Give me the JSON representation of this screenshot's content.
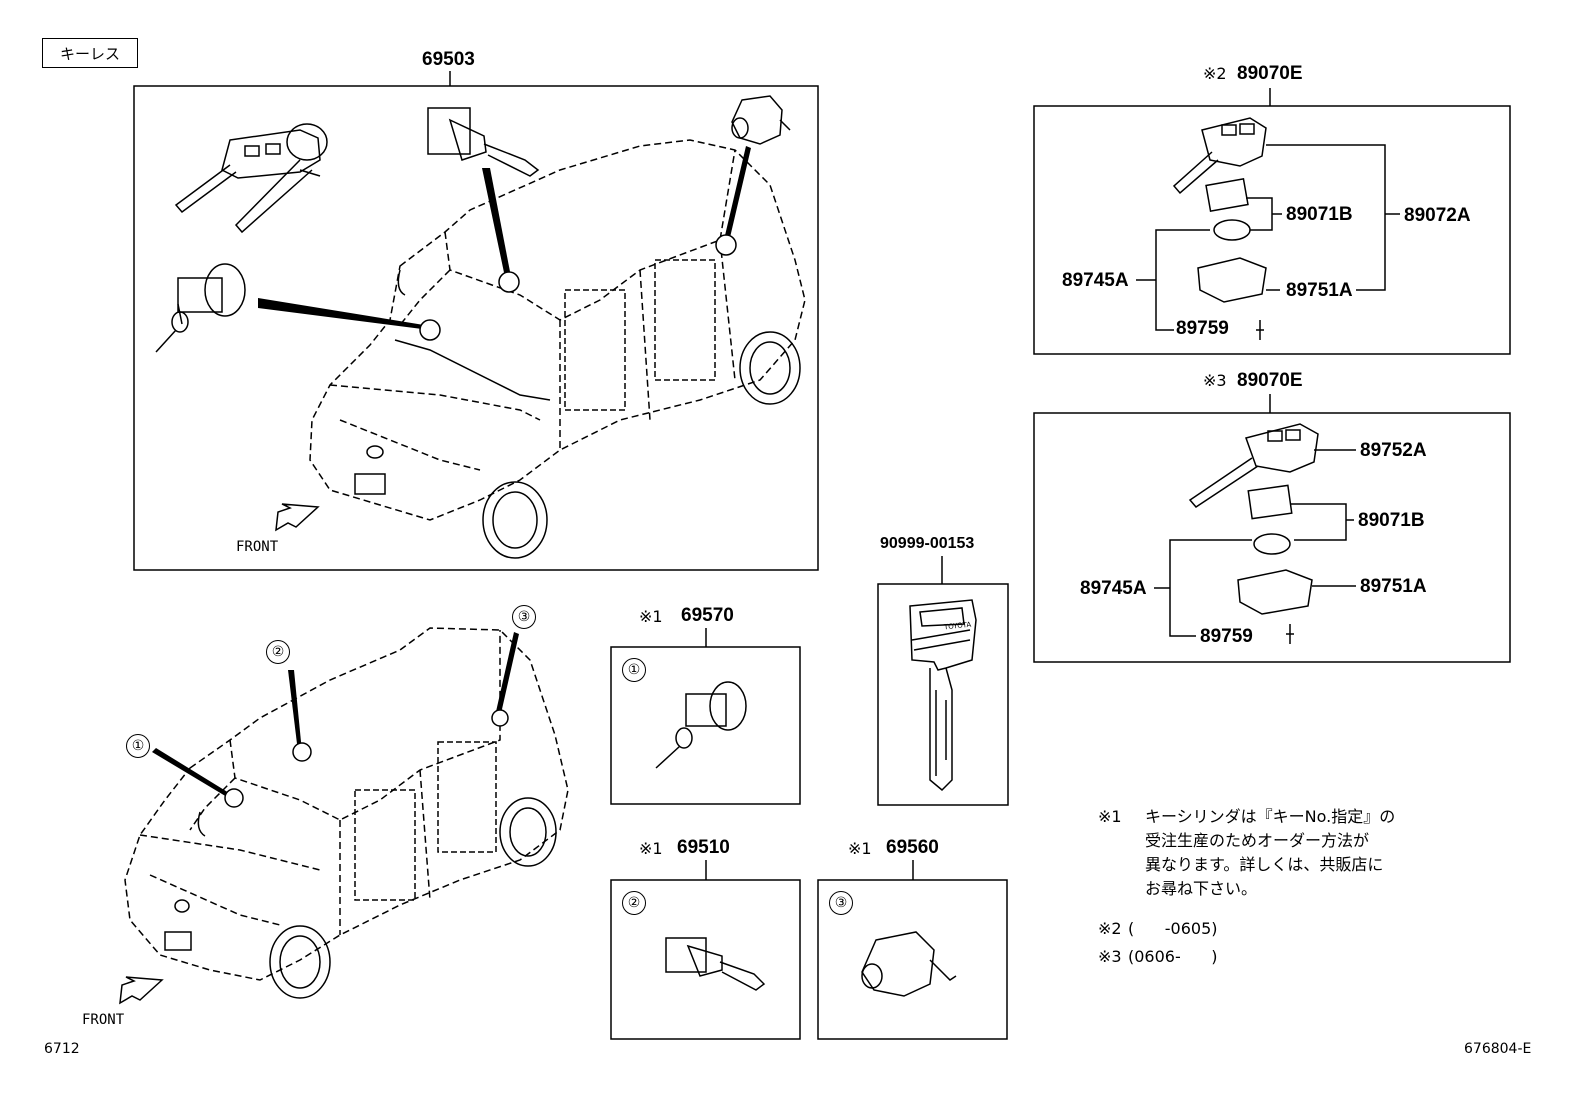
{
  "header": {
    "title": "キーレス"
  },
  "main_group": {
    "part_no": "69503",
    "front_label": "FRONT"
  },
  "remote_e1": {
    "mark": "※2",
    "part_no": "89070E",
    "labels": {
      "a": "89071B",
      "b": "89072A",
      "c": "89745A",
      "d": "89751A",
      "e": "89759"
    }
  },
  "remote_e2": {
    "mark": "※3",
    "part_no": "89070E",
    "labels": {
      "a": "89752A",
      "b": "89071B",
      "c": "89745A",
      "d": "89751A",
      "e": "89759"
    }
  },
  "key_blank": {
    "part_no": "90999-00153",
    "brand": "TOYOTA"
  },
  "locator": {
    "front_label": "FRONT",
    "callouts": [
      "①",
      "②",
      "③"
    ]
  },
  "cylinders": [
    {
      "mark": "※1",
      "part_no": "69570",
      "callout": "①"
    },
    {
      "mark": "※1",
      "part_no": "69510",
      "callout": "②"
    },
    {
      "mark": "※1",
      "part_no": "69560",
      "callout": "③"
    }
  ],
  "notes": {
    "n1_mark": "※1",
    "n1_lines": [
      "キーシリンダは『キーNo.指定』の",
      "受注生産のためオーダー方法が",
      "異なります。詳しくは、共販店に",
      "お尋ね下さい。"
    ],
    "n2_mark": "※2",
    "n2_text": "(      -0605)",
    "n3_mark": "※3",
    "n3_text": "(0606-      )"
  },
  "footer": {
    "left_code": "6712",
    "right_code": "676804-E"
  }
}
